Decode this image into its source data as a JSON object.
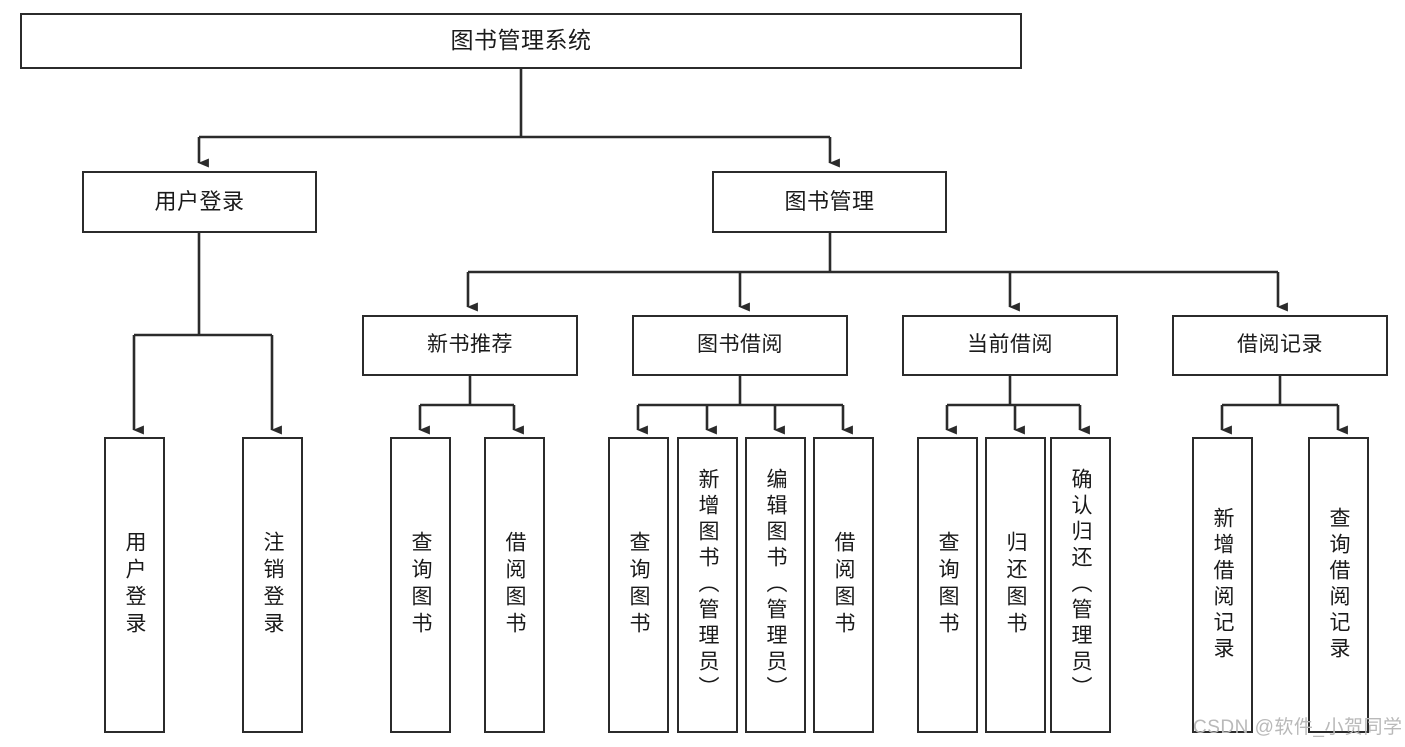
{
  "diagram": {
    "type": "tree",
    "title": "图书管理系统",
    "stroke_color": "#2b2b2b",
    "background_color": "#ffffff",
    "text_color": "#1a1a1a",
    "nodes": {
      "root": {
        "label": "图书管理系统"
      },
      "level1": [
        {
          "label": "用户登录"
        },
        {
          "label": "图书管理"
        }
      ],
      "level2": [
        {
          "label": "新书推荐"
        },
        {
          "label": "图书借阅"
        },
        {
          "label": "当前借阅"
        },
        {
          "label": "借阅记录"
        }
      ],
      "leaves": {
        "user_login": [
          {
            "label": "用户登录"
          },
          {
            "label": "注销登录"
          }
        ],
        "new_book": [
          {
            "label": "查询图书"
          },
          {
            "label": "借阅图书"
          }
        ],
        "book_borrow": [
          {
            "label": "查询图书"
          },
          {
            "label": "新增图书（管理员）"
          },
          {
            "label": "编辑图书（管理员）"
          },
          {
            "label": "借阅图书"
          }
        ],
        "current_borrow": [
          {
            "label": "查询图书"
          },
          {
            "label": "归还图书"
          },
          {
            "label": "确认归还（管理员）"
          }
        ],
        "borrow_record": [
          {
            "label": "新增借阅记录"
          },
          {
            "label": "查询借阅记录"
          }
        ]
      }
    }
  },
  "watermark": {
    "text": "CSDN @软件_小贺同学",
    "color": "#b9b9b9"
  }
}
